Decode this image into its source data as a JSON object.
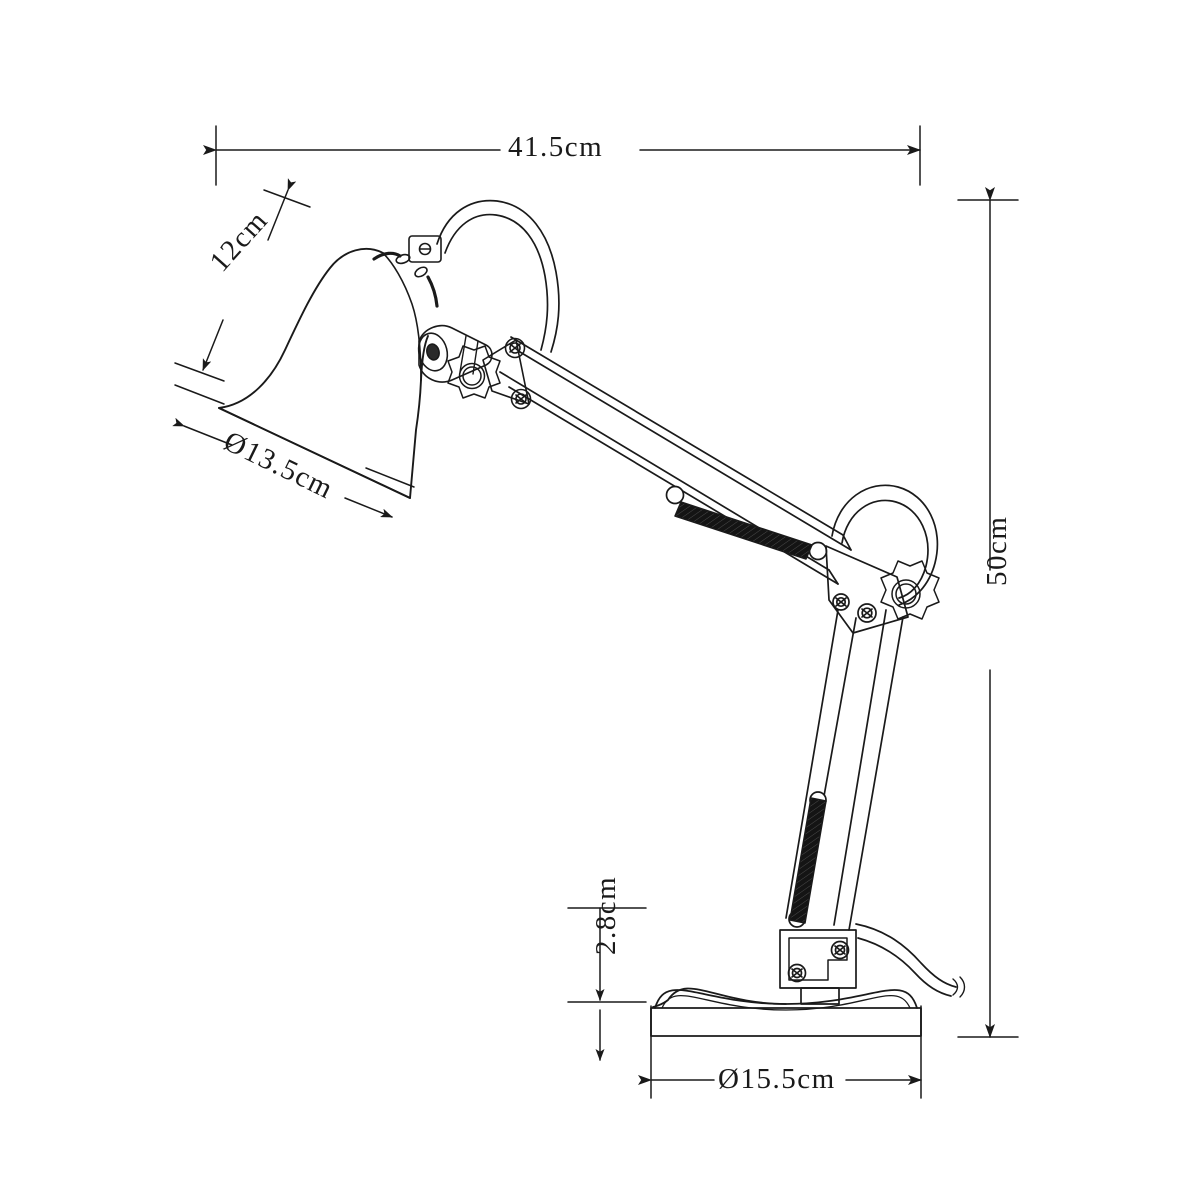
{
  "drawing": {
    "title": "Desk lamp dimensioned technical drawing",
    "subject": "swing-arm desk lamp",
    "view": "side elevation",
    "line_color": "#1a1a1a",
    "background_color": "#ffffff",
    "spring_color": "#111111"
  },
  "dimensions": {
    "overall_width": "41.5cm",
    "shade_height": "12cm",
    "shade_diameter": "Ø13.5cm",
    "total_height": "50cm",
    "base_gap": "2.8cm",
    "base_diameter": "Ø15.5cm"
  },
  "parts": {
    "shade": "lamp-shade",
    "upper_arm": "upper-arm",
    "lower_arm": "lower-arm",
    "elbow_joint": "elbow-joint",
    "shade_joint": "shade-joint",
    "base": "weighted-base",
    "cord": "power-cord",
    "upper_spring": "upper-tension-spring",
    "lower_spring": "lower-tension-spring",
    "base_bracket": "base-bracket"
  }
}
